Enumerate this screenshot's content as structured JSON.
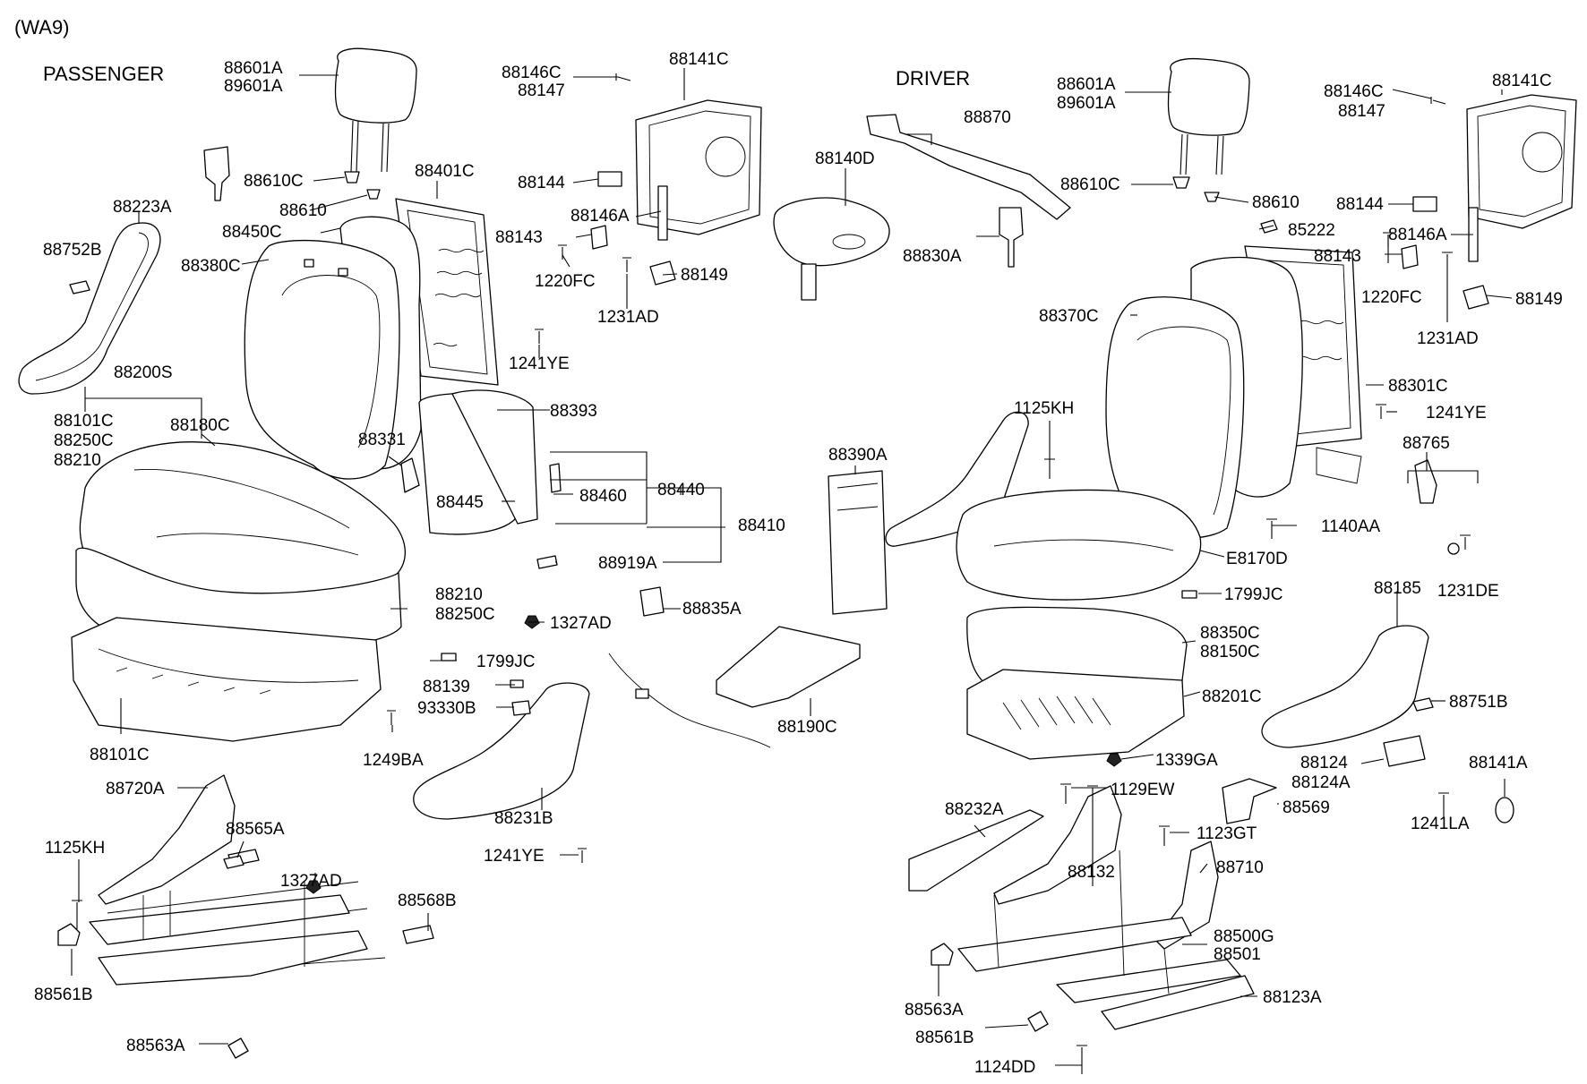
{
  "diagram": {
    "code": "(WA9)",
    "sections": {
      "passenger": "PASSENGER",
      "driver": "DRIVER"
    },
    "labels": {
      "p_88601A": "88601A",
      "p_89601A": "89601A",
      "p_88146C": "88146C",
      "p_88147": "88147",
      "p_88141C": "88141C",
      "p_88610C": "88610C",
      "p_88401C": "88401C",
      "p_88144": "88144",
      "p_88223A": "88223A",
      "p_88610": "88610",
      "p_88146A": "88146A",
      "p_88450C": "88450C",
      "p_88143": "88143",
      "p_88752B": "88752B",
      "p_1220FC": "1220FC",
      "p_88149": "88149",
      "p_88380C": "88380C",
      "p_1231AD": "1231AD",
      "p_1241YE_a": "1241YE",
      "p_88200S": "88200S",
      "p_88393": "88393",
      "p_88101C_a": "88101C",
      "p_88180C": "88180C",
      "p_88250C_a": "88250C",
      "p_88331": "88331",
      "p_88210_a": "88210",
      "p_88440": "88440",
      "p_88460": "88460",
      "p_88445": "88445",
      "p_88410": "88410",
      "p_88919A": "88919A",
      "p_88210_b": "88210",
      "p_88250C_b": "88250C",
      "p_1327AD_a": "1327AD",
      "p_88835A": "88835A",
      "p_1799JC": "1799JC",
      "p_88139": "88139",
      "p_93330B": "93330B",
      "p_88101C_b": "88101C",
      "p_1249BA": "1249BA",
      "p_88720A": "88720A",
      "p_88231B": "88231B",
      "p_88565A": "88565A",
      "p_1125KH_a": "1125KH",
      "p_1241YE_b": "1241YE",
      "p_1327AD_b": "1327AD",
      "p_88568B": "88568B",
      "p_88561B": "88561B",
      "p_88563A": "88563A",
      "c_88140D": "88140D",
      "c_88870": "88870",
      "c_88830A": "88830A",
      "c_88390A": "88390A",
      "c_88190C": "88190C",
      "d_88601A": "88601A",
      "d_89601A": "89601A",
      "d_88146C": "88146C",
      "d_88147": "88147",
      "d_88141C": "88141C",
      "d_88610C": "88610C",
      "d_88610": "88610",
      "d_88144": "88144",
      "d_85222": "85222",
      "d_88146A": "88146A",
      "d_88143": "88143",
      "d_1220FC": "1220FC",
      "d_88149": "88149",
      "d_88370C": "88370C",
      "d_1231AD": "1231AD",
      "d_88301C": "88301C",
      "d_1125KH": "1125KH",
      "d_1241YE": "1241YE",
      "d_88765": "88765",
      "d_1140AA": "1140AA",
      "d_E8170D": "E8170D",
      "d_1231DE": "1231DE",
      "d_1799JC": "1799JC",
      "d_88185": "88185",
      "d_88350C": "88350C",
      "d_88150C": "88150C",
      "d_88201C": "88201C",
      "d_88751B": "88751B",
      "d_88124": "88124",
      "d_88124A": "88124A",
      "d_88141A": "88141A",
      "d_1339GA": "1339GA",
      "d_1129EW": "1129EW",
      "d_1241LA": "1241LA",
      "d_88232A": "88232A",
      "d_88569": "88569",
      "d_1123GT": "1123GT",
      "d_88132": "88132",
      "d_88710": "88710",
      "d_88500G": "88500G",
      "d_88501": "88501",
      "d_88563A": "88563A",
      "d_88123A": "88123A",
      "d_88561B": "88561B",
      "d_1124DD": "1124DD"
    }
  }
}
